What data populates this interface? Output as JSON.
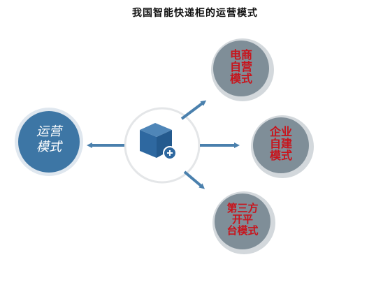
{
  "title": "我国智能快递柜的运营模式",
  "center": {
    "icon": "package-box-plus-icon"
  },
  "left_node": {
    "lines": [
      "运营",
      "模式"
    ]
  },
  "nodes": [
    {
      "id": "ecommerce",
      "lines": [
        "电商",
        "自营",
        "模式"
      ]
    },
    {
      "id": "enterprise",
      "lines": [
        "企业",
        "自建",
        "模式"
      ]
    },
    {
      "id": "thirdparty",
      "lines": [
        "第三方",
        "开平",
        "台模式"
      ]
    }
  ],
  "colors": {
    "node_fill": "#7f8e98",
    "node_shadow": "#d3d8dc",
    "ops_fill": "#3d76a5",
    "arrow": "#4a80ad",
    "box": "#2e68a0",
    "label_red": "#c8141c",
    "ring": "#e4e6e8"
  }
}
